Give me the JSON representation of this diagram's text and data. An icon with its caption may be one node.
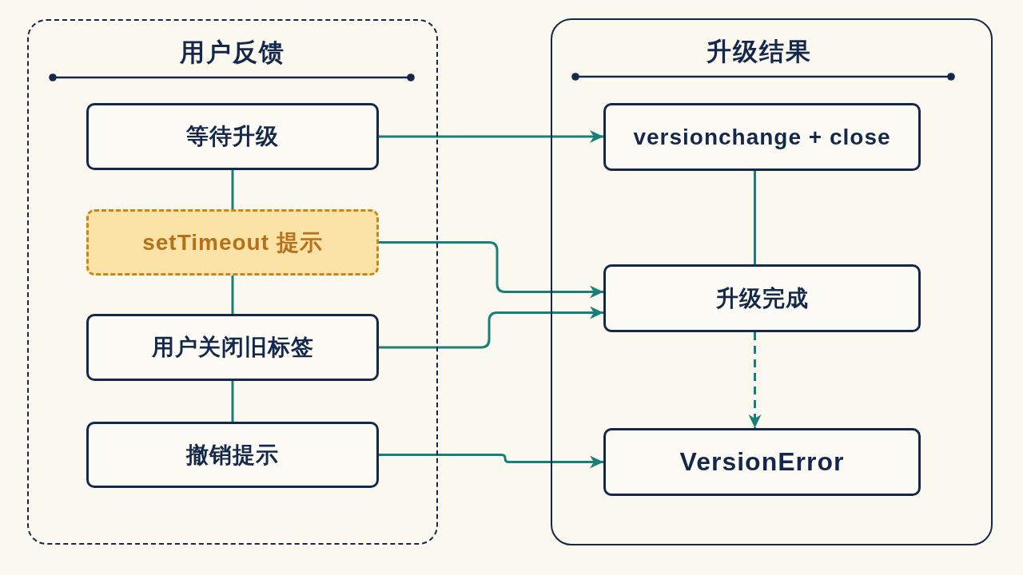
{
  "diagram": {
    "nodes": [
      {
        "text": [
          "用户反馈"
        ]
      },
      {
        "text": [
          "等待升级"
        ],
        "in": 0
      },
      {
        "text": [
          "setTimeout 提示"
        ],
        "in": 0
      },
      {
        "text": [
          "用户关闭旧标签"
        ],
        "in": 0
      },
      {
        "text": [
          "撤销提示"
        ],
        "in": 0
      },
      {
        "text": [
          "升级结果"
        ]
      },
      {
        "text": [
          "versionchange + close"
        ],
        "in": 5
      },
      {
        "text": [
          "升级完成"
        ],
        "in": 5
      },
      {
        "text": [
          "VersionError"
        ],
        "in": 5
      }
    ],
    "edges": [
      {
        "from": 1,
        "to": 2,
        "arrow": "none"
      },
      {
        "from": 2,
        "to": 3,
        "arrow": "none"
      },
      {
        "from": 3,
        "to": 4,
        "arrow": "none"
      },
      {
        "from": 6,
        "to": 7,
        "arrow": "none"
      },
      {
        "from": 7,
        "to": 8,
        "arrow": "to",
        "style": "dashed"
      },
      {
        "from": 1,
        "to": 6,
        "arrow": "to"
      },
      {
        "from": 2,
        "to": 7,
        "arrow": "to"
      },
      {
        "from": 3,
        "to": 7,
        "arrow": "to"
      },
      {
        "from": 4,
        "to": 8,
        "arrow": "to"
      }
    ]
  }
}
